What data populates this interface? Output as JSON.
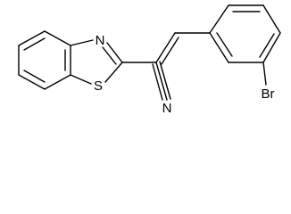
{
  "molecule": {
    "description_type": "skeletal-formula",
    "atoms": {
      "nitrogen_thiazole": "N",
      "sulfur": "S",
      "nitrogen_nitrile": "N",
      "bromine": "Br"
    },
    "colors": {
      "bond": "#000000",
      "label": "#000000",
      "background": "#ffffff"
    }
  }
}
